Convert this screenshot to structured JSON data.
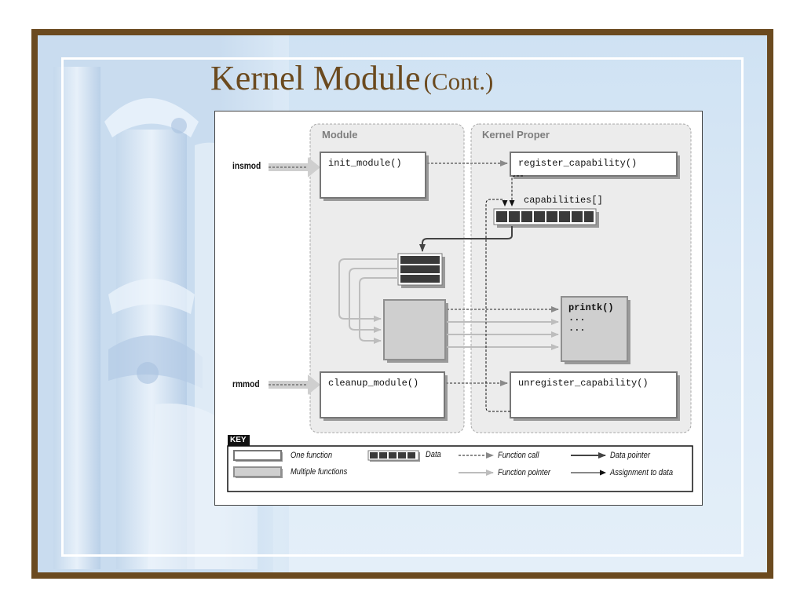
{
  "slide": {
    "title": "Kernel Module",
    "title_suffix": "(Cont.)"
  },
  "diagram": {
    "regions": {
      "module": "Module",
      "kernel": "Kernel Proper"
    },
    "commands": {
      "insmod": "insmod",
      "rmmod": "rmmod"
    },
    "functions": {
      "init_module": "init_module()",
      "cleanup_module": "cleanup_module()",
      "register_capability": "register_capability()",
      "unregister_capability": "unregister_capability()",
      "printk": "printk()",
      "printk_more_1": "...",
      "printk_more_2": "..."
    },
    "data_labels": {
      "capabilities": "capabilities[]"
    },
    "key": {
      "label": "KEY",
      "one_function": "One function",
      "multiple_functions": "Multiple functions",
      "data": "Data",
      "function_call": "Function call",
      "function_pointer": "Function pointer",
      "data_pointer": "Data pointer",
      "assignment_to_data": "Assignment to data"
    }
  },
  "colors": {
    "frame": "#6b4a1f",
    "slide_bg": "#d6e6f5",
    "title": "#6b4a1f",
    "region_bg": "#ececec",
    "multi_func_fill": "#cfcfcf",
    "data_block": "#3a3a3a"
  }
}
